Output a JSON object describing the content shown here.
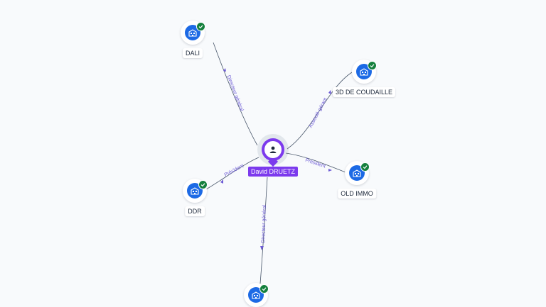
{
  "center": {
    "name": "David DRUETZ",
    "icon": "person-icon",
    "color": "#7c3aed"
  },
  "companies": [
    {
      "name": "DALI",
      "icon": "building-icon",
      "verified_icon": "check-icon"
    },
    {
      "name": "3D DE COUDAILLE",
      "icon": "building-icon",
      "verified_icon": "check-icon"
    },
    {
      "name": "OLD IMMO",
      "icon": "building-icon",
      "verified_icon": "check-icon"
    },
    {
      "name": "DDR",
      "icon": "building-icon",
      "verified_icon": "check-icon"
    },
    {
      "name": "",
      "icon": "building-icon",
      "verified_icon": "check-icon"
    }
  ],
  "relations": [
    {
      "label": "Directeur général"
    },
    {
      "label": "Associé-gérant"
    },
    {
      "label": "Président"
    },
    {
      "label": "Président"
    },
    {
      "label": "Directeur général"
    }
  ],
  "colors": {
    "company": "#1d6ae5",
    "verified": "#15803d",
    "relation_text": "#6d5bd6"
  }
}
